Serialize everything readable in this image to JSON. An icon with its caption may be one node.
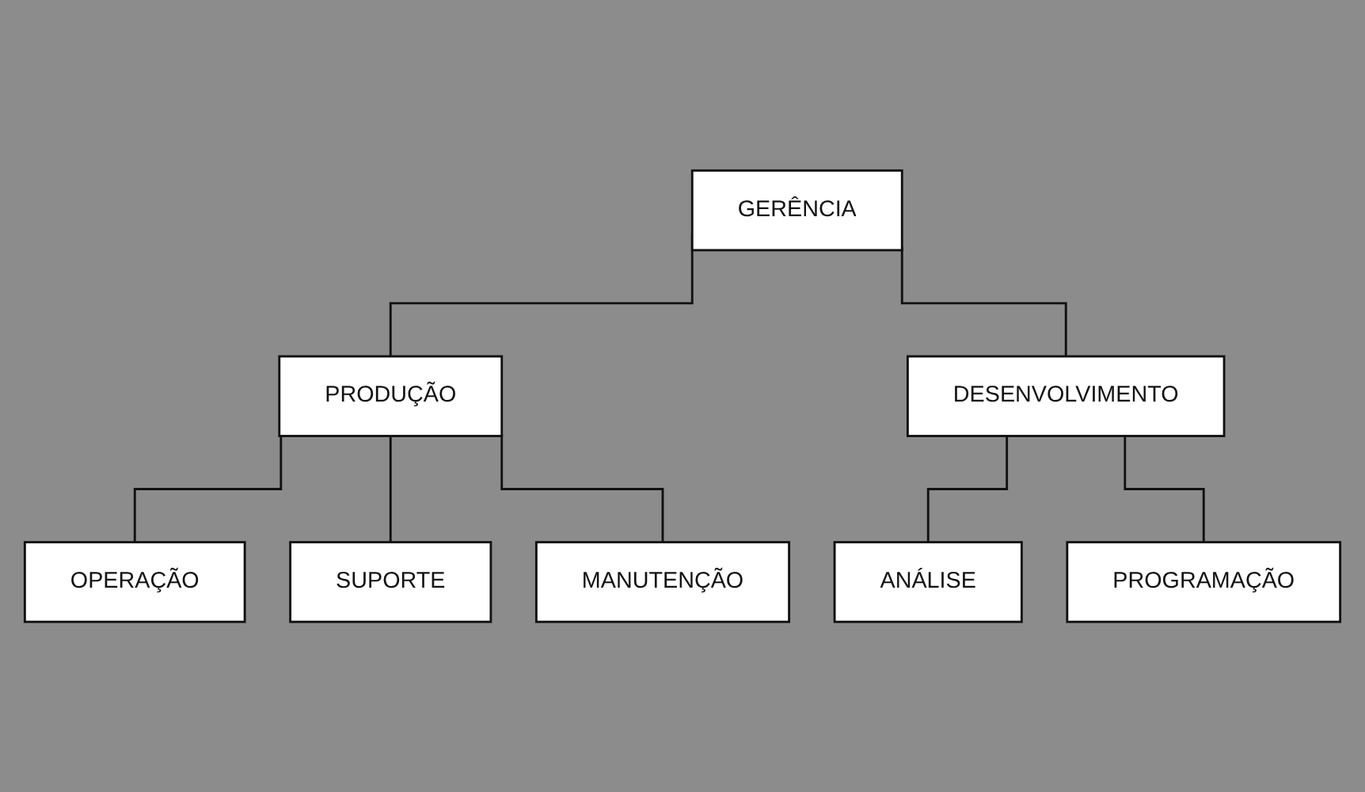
{
  "diagram": {
    "nodes": [
      {
        "text": [
          "GERÊNCIA"
        ]
      },
      {
        "text": [
          "PRODUÇÃO"
        ]
      },
      {
        "text": [
          "DESENVOLVIMENTO"
        ]
      },
      {
        "text": [
          "OPERAÇÃO"
        ]
      },
      {
        "text": [
          "SUPORTE"
        ]
      },
      {
        "text": [
          "MANUTENÇÃO"
        ]
      },
      {
        "text": [
          "ANÁLISE"
        ]
      },
      {
        "text": [
          "PROGRAMAÇÃO"
        ]
      }
    ],
    "edges": [
      {
        "from": 0,
        "to": 1,
        "arrow": "none"
      },
      {
        "from": 0,
        "to": 2,
        "arrow": "none"
      },
      {
        "from": 1,
        "to": 3,
        "arrow": "none"
      },
      {
        "from": 1,
        "to": 4,
        "arrow": "none"
      },
      {
        "from": 1,
        "to": 5,
        "arrow": "none"
      },
      {
        "from": 2,
        "to": 6,
        "arrow": "none"
      },
      {
        "from": 2,
        "to": 7,
        "arrow": "none"
      }
    ]
  }
}
